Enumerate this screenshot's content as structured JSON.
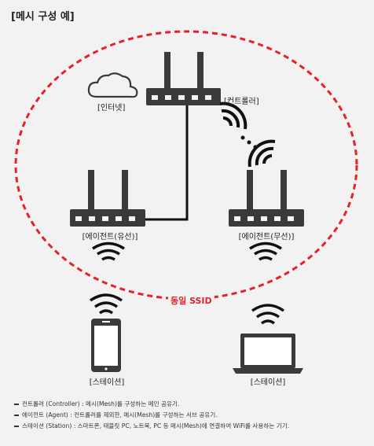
{
  "title": "[메시 구성 예]",
  "labels": {
    "internet": "[인터넷]",
    "controller": "[컨트롤러]",
    "agent_wired": "[에이전트(유선)]",
    "agent_wireless": "[에이전트(무선)]",
    "ssid": "동일 SSID",
    "station_phone": "[스테이션]",
    "station_laptop": "[스테이션]"
  },
  "notes": [
    "컨트롤러 (Controller) : 메시(Mesh)를 구성하는 메인 공유기.",
    "에이전트 (Agent) : 컨트롤러를 제외한, 메시(Mesh)를 구성하는 서브 공유기.",
    "스테이션 (Station) : 스마트폰, 태블릿 PC, 노트북, PC 등 메시(Mesh)에 연결하여 WiFi를 사용하는 기기."
  ],
  "colors": {
    "background": "#f2f2f2",
    "device": "#3a3a3a",
    "ssid_dashed": "#e8202a",
    "cable": "#111111"
  },
  "icons": [
    "cloud-icon",
    "router-icon",
    "wifi-icon",
    "smartphone-icon",
    "laptop-icon"
  ]
}
